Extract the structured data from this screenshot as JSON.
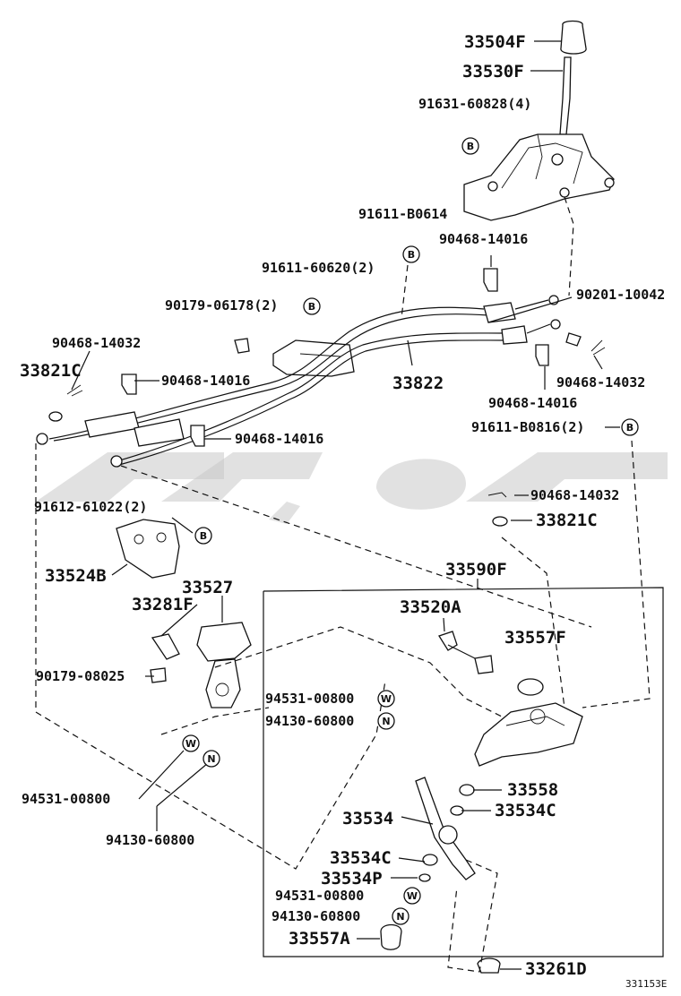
{
  "labels": {
    "p33504F": "33504F",
    "p33530F": "33530F",
    "p91631_60828": "91631-60828(4)",
    "p91611_B0614": "91611-B0614",
    "p90468_14016_a": "90468-14016",
    "p91611_60620": "91611-60620(2)",
    "p90201_10042": "90201-10042",
    "p90179_06178": "90179-06178(2)",
    "p90468_14032_a": "90468-14032",
    "p33821C_a": "33821C",
    "p90468_14016_b": "90468-14016",
    "p33822": "33822",
    "p90468_14032_b": "90468-14032",
    "p90468_14016_c": "90468-14016",
    "p91611_B0816": "91611-B0816(2)",
    "p90468_14016_d": "90468-14016",
    "p91612_61022": "91612-61022(2)",
    "p90468_14032_c": "90468-14032",
    "p33821C_b": "33821C",
    "p33524B": "33524B",
    "p33590F": "33590F",
    "p33527": "33527",
    "p33281F": "33281F",
    "p33520A": "33520A",
    "p33557F": "33557F",
    "p90179_08025": "90179-08025",
    "p94531_00800_a": "94531-00800",
    "p94130_60800_a": "94130-60800",
    "p94531_00800_b": "94531-00800",
    "p94130_60800_b": "94130-60800",
    "p33558": "33558",
    "p33534": "33534",
    "p33534C_a": "33534C",
    "p33534C_b": "33534C",
    "p33534P": "33534P",
    "p94531_00800_c": "94531-00800",
    "p94130_60800_c": "94130-60800",
    "p33557A": "33557A",
    "p33261D": "33261D",
    "ref": "331153E"
  },
  "markers": {
    "B": "B",
    "W": "W",
    "N": "N"
  },
  "colors": {
    "ink": "#111111",
    "watermark": "#c8c8c8",
    "background": "#ffffff"
  }
}
